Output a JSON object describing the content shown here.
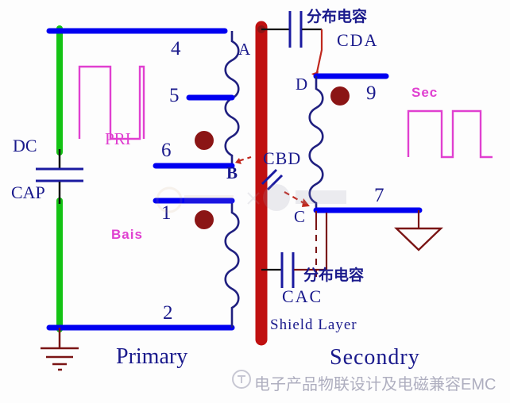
{
  "diagram": {
    "title": "Transformer winding diagram with shield layer and distributed capacitance",
    "colors": {
      "bus_blue": "#0000f0",
      "coil_navy": "#202080",
      "shield_red": "#c01010",
      "green_rail": "#14c314",
      "dot_darkred": "#8b1515",
      "wave_magenta": "#e040d0",
      "label_navy": "#1a1a8c",
      "ground_darkred": "#7a1414",
      "dash_red": "#c0281e"
    },
    "sections": {
      "primary_label": "Primary",
      "secondary_label": "Secondry",
      "shield_label": "Shield Layer"
    },
    "source_labels": {
      "dc": "DC",
      "cap": "CAP"
    },
    "waveforms": [
      {
        "name": "pri",
        "label": "PRI"
      },
      {
        "name": "sec",
        "label": "Sec"
      }
    ],
    "terminals": [
      {
        "id": "t4",
        "label": "4"
      },
      {
        "id": "t5",
        "label": "5"
      },
      {
        "id": "t6",
        "label": "6"
      },
      {
        "id": "t1",
        "label": "1"
      },
      {
        "id": "t2",
        "label": "2"
      },
      {
        "id": "t9",
        "label": "9"
      },
      {
        "id": "t7",
        "label": "7"
      }
    ],
    "nodes": [
      {
        "id": "nA",
        "label": "A"
      },
      {
        "id": "nB",
        "label": "B"
      },
      {
        "id": "nC",
        "label": "C"
      },
      {
        "id": "nD",
        "label": "D"
      }
    ],
    "windings": [
      {
        "id": "bias",
        "label": "Bais"
      }
    ],
    "capacitors": [
      {
        "id": "cda",
        "name": "CDA",
        "cn_label": "分布电容"
      },
      {
        "id": "cac",
        "name": "CAC",
        "cn_label": "分布电容"
      },
      {
        "id": "cbd",
        "name": "CBD",
        "cn_label": ""
      }
    ],
    "watermark": {
      "text": "电子产品物联设计及电磁兼容EMC"
    }
  }
}
